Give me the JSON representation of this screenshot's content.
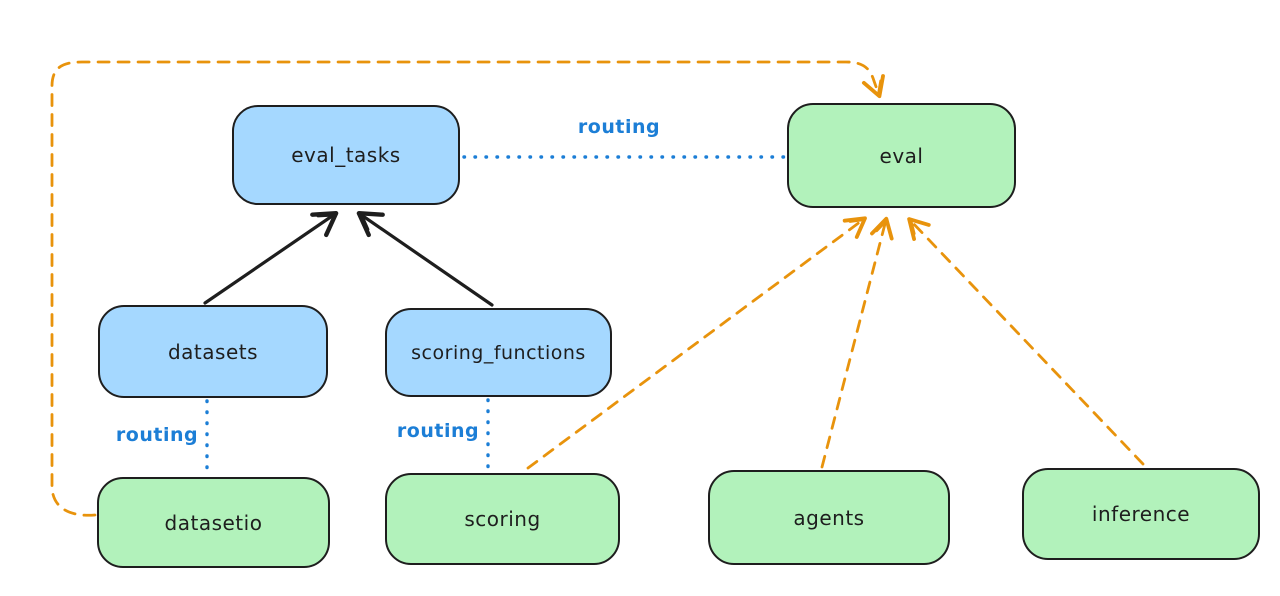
{
  "diagram": {
    "title": "eval architecture diagram",
    "colors": {
      "background": "#ffffff",
      "api_node_fill": "#a5d8ff",
      "provider_node_fill": "#b2f2bb",
      "node_border": "#1e1e1e",
      "routing_line_blue": "#1c7ed6",
      "dependency_arrow_orange": "#e8930c",
      "solid_arrow_black": "#1e1e1e"
    },
    "nodes": {
      "eval_tasks": {
        "label": "eval_tasks",
        "fill": "blue"
      },
      "eval": {
        "label": "eval",
        "fill": "green"
      },
      "datasets": {
        "label": "datasets",
        "fill": "blue"
      },
      "scoring_functions": {
        "label": "scoring_functions",
        "fill": "blue"
      },
      "datasetio": {
        "label": "datasetio",
        "fill": "green"
      },
      "scoring": {
        "label": "scoring",
        "fill": "green"
      },
      "agents": {
        "label": "agents",
        "fill": "green"
      },
      "inference": {
        "label": "inference",
        "fill": "green"
      }
    },
    "edge_labels": {
      "eval_tasks_to_eval": "routing",
      "datasets_to_datasetio": "routing",
      "scoring_functions_to_scoring": "routing"
    },
    "edges": [
      {
        "from": "datasets",
        "to": "eval_tasks",
        "style": "solid-black-arrow"
      },
      {
        "from": "scoring_functions",
        "to": "eval_tasks",
        "style": "solid-black-arrow"
      },
      {
        "from": "eval_tasks",
        "to": "eval",
        "style": "dotted-blue-line",
        "label": "routing"
      },
      {
        "from": "datasets",
        "to": "datasetio",
        "style": "dotted-blue-line",
        "label": "routing"
      },
      {
        "from": "scoring_functions",
        "to": "scoring",
        "style": "dotted-blue-line",
        "label": "routing"
      },
      {
        "from": "datasetio",
        "to": "eval",
        "style": "dashed-orange-arrow",
        "path": "loops-left-and-over-top"
      },
      {
        "from": "scoring",
        "to": "eval",
        "style": "dashed-orange-arrow"
      },
      {
        "from": "agents",
        "to": "eval",
        "style": "dashed-orange-arrow"
      },
      {
        "from": "inference",
        "to": "eval",
        "style": "dashed-orange-arrow"
      }
    ]
  }
}
